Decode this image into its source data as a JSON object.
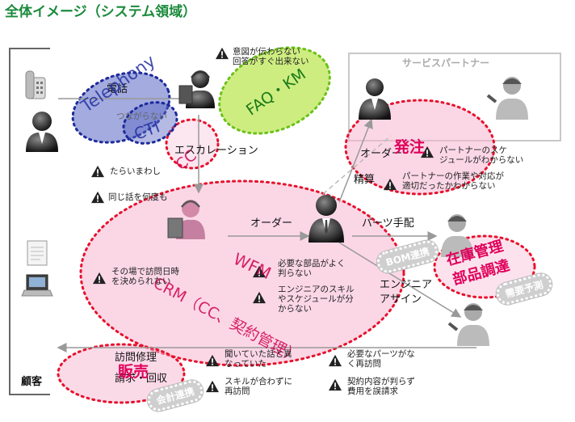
{
  "title": "全体イメージ（システム領域）",
  "actors": {
    "customer_label": "顧客",
    "service_partner": "サービスパートナー"
  },
  "edges": {
    "phone": "電話",
    "escalation": "エスカレーション",
    "order": "オーダー",
    "parts": "パーツ手配",
    "engineer_assign_1": "エンジニア",
    "engineer_assign_2": "アサイン",
    "order_partner": "オーダー",
    "settlement": "精算",
    "visit_repair": "訪問修理",
    "billing": "請求・回収"
  },
  "systems": {
    "telephony": "Telephony",
    "cti": "CTI",
    "cc": "CC",
    "faq": "FAQ・KM",
    "wfm": "WFM",
    "crm": "CRM（CC、契約管理）",
    "order_sys": "発注",
    "inventory": "在庫管理",
    "parts_proc": "部品調達",
    "sales": "販売",
    "bom": "BOM連携",
    "demand": "需要予測",
    "accounting": "会計連携"
  },
  "issues": {
    "i1a": "意図が伝わらない",
    "i1b": "回答がすぐ出来ない",
    "i2": "つながらない",
    "i3": "たらいまわし",
    "i4": "同じ話を何度も",
    "i5a": "その場で訪問日時",
    "i5b": "を決められない",
    "i6a": "必要な部品がよく",
    "i6b": "判らない",
    "i7a": "エンジニアのスキル",
    "i7b": "やスケジュールが分",
    "i7c": "からない",
    "i8a": "パートナーのスケ",
    "i8b": "ジュールがわからない",
    "i9a": "パートナーの作業や対応が",
    "i9b": "適切だったかわからない",
    "i10a": "聞いていた話と異",
    "i10b": "なっていた",
    "i11a": "必要なパーツがな",
    "i11b": "く再訪問",
    "i12a": "スキルが合わずに",
    "i12b": "再訪問",
    "i13a": "契約内容が判らず",
    "i13b": "費用を誤請求"
  },
  "colors": {
    "title": "#1b8a3c",
    "pink_fill": "#f7b6d2",
    "red_dots": "#e8112d",
    "blue_fill": "#5866c4",
    "blue_dots": "#1c2a9a",
    "green_fill": "#b9e64a",
    "green_dots": "#6cc11a",
    "accent_text": "#e0005a"
  },
  "icons": {
    "warning": "warning-icon",
    "phone": "telephone-icon",
    "person": "person-icon",
    "operator": "headset-operator-icon",
    "engineer": "engineer-icon",
    "document": "document-icon",
    "laptop": "laptop-icon"
  }
}
